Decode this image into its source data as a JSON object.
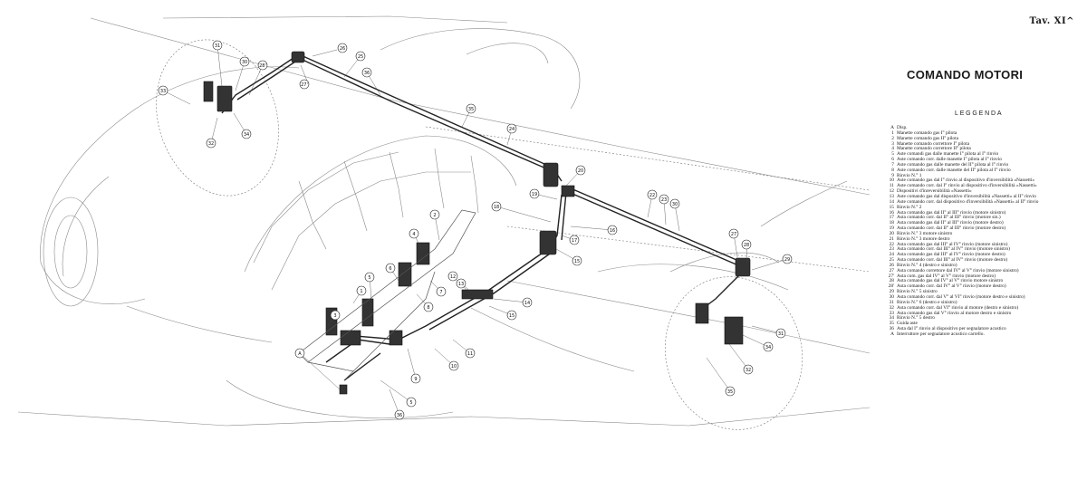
{
  "plate": {
    "number": "Tav. XI^",
    "title": "COMANDO MOTORI"
  },
  "legend": {
    "heading": "LEGGENDA",
    "items": [
      {
        "k": "A",
        "t": "Disp."
      },
      {
        "k": "1",
        "t": "Manette comando gas I° pilota"
      },
      {
        "k": "2",
        "t": "Manette comando gas II° pilota"
      },
      {
        "k": "3",
        "t": "Manette comando correttore I° pilota"
      },
      {
        "k": "4",
        "t": "Manette comando correttore II° pilota"
      },
      {
        "k": "5",
        "t": "Aste comandi gas dalle manette I° pilota al I° rinvio"
      },
      {
        "k": "6",
        "t": "Aste comando corr. dalle manette I° pilota al I° rinvio"
      },
      {
        "k": "7",
        "t": "Aste comando gas dalle manette del II° pilota al I° rinvio"
      },
      {
        "k": "8",
        "t": "Aste comando corr. dalle manette del II° pilota al I° rinvio"
      },
      {
        "k": "9",
        "t": "Rinvio N.° 1"
      },
      {
        "k": "10",
        "t": "Aste comando gas dal I° rinvio al dispositivo d'inversibilità «Nassetti»"
      },
      {
        "k": "11",
        "t": "Aste comando corr. dal I° rinvio al dispositivo d'inversibilità «Nassetti»"
      },
      {
        "k": "12",
        "t": "Dispositivi d'inreversibilità «Nassetti»"
      },
      {
        "k": "13",
        "t": "Aste comando gas dal dispositivo d'inversibilità «Nassetti» al II° rinvio"
      },
      {
        "k": "14",
        "t": "Aste comando corr. dal dispositivo d'inversibilità «Nassetti» al II° rinvio"
      },
      {
        "k": "15",
        "t": "Rinvio N.° 2"
      },
      {
        "k": "16",
        "t": "Asta comando gas dal II° al III° rinvio (motore sinistro)"
      },
      {
        "k": "17",
        "t": "Asta comando corr. dal II° al III° rinvio (motore sin.)"
      },
      {
        "k": "18",
        "t": "Asta comando gas dal II° al III° rinvio (motore destro)"
      },
      {
        "k": "19",
        "t": "Asta comando corr. dal II° al III° rinvio (motore destro)"
      },
      {
        "k": "20",
        "t": "Rinvio N.° 3 motore sinistro"
      },
      {
        "k": "21",
        "t": "Rinvio N.° 3 motore destro"
      },
      {
        "k": "22",
        "t": "Asta comando gas dal III° al IV° rinvio (motore sinistro)"
      },
      {
        "k": "23",
        "t": "Asta comando corr. dal III° al IV° rinvio (motore sinistro)"
      },
      {
        "k": "24",
        "t": "Asta comando gas dal III° al IV° rinvio (motore destro)"
      },
      {
        "k": "25",
        "t": "Asta comando corr. dal III° al IV° rinvio (motore destro)"
      },
      {
        "k": "26",
        "t": "Rinvio N.° 4 (destro e sinistro)"
      },
      {
        "k": "27",
        "t": "Asta comando correttore dal IV° al V° rinvio (motore sinistro)"
      },
      {
        "k": "27'",
        "t": "Asta com. gas dal IV° al V° rinvio (motore destro)"
      },
      {
        "k": "28",
        "t": "Asta comando gas dal IV° al V° rinvio motore sinistro"
      },
      {
        "k": "28'",
        "t": "Asta comando corr. dal IV° al V° rinvio (motore destro)"
      },
      {
        "k": "29",
        "t": "Rinvio N.° 5 sinistro"
      },
      {
        "k": "30",
        "t": "Asta comando corr. dal V° al VI° rinvio (motore destro e sinistro)"
      },
      {
        "k": "31",
        "t": "Rinvio N.° 6 (destro e sinistro)"
      },
      {
        "k": "32",
        "t": "Asta comando corr. dal VI° rinvio al motore (destro e sinistro)"
      },
      {
        "k": "33",
        "t": "Asta comando gas dal V° rinvio al motore destro e sinistro"
      },
      {
        "k": "34",
        "t": "Rinvio N.° 5 destro"
      },
      {
        "k": "35",
        "t": "Guida aste"
      },
      {
        "k": "36",
        "t": "Asta dal I° rinvio al dispositivo per segnalatore acustico"
      },
      {
        "k": "A",
        "t": "Interruttore per segnalatore acustico carrello."
      }
    ]
  },
  "callouts": [
    {
      "id": "c31a",
      "label": "31"
    },
    {
      "id": "c30a",
      "label": "30"
    },
    {
      "id": "c281a",
      "label": "28'"
    },
    {
      "id": "c33a",
      "label": "33"
    },
    {
      "id": "c32a",
      "label": "32"
    },
    {
      "id": "c34a",
      "label": "34"
    },
    {
      "id": "c26a",
      "label": "26"
    },
    {
      "id": "c25a",
      "label": "25"
    },
    {
      "id": "c36a",
      "label": "36"
    },
    {
      "id": "c27a",
      "label": "27'"
    },
    {
      "id": "c35a",
      "label": "35"
    },
    {
      "id": "c24",
      "label": "24"
    },
    {
      "id": "c20",
      "label": "20"
    },
    {
      "id": "c19",
      "label": "19"
    },
    {
      "id": "c18",
      "label": "18"
    },
    {
      "id": "c17",
      "label": "17"
    },
    {
      "id": "c16",
      "label": "16"
    },
    {
      "id": "c15",
      "label": "15"
    },
    {
      "id": "c22",
      "label": "22"
    },
    {
      "id": "c23",
      "label": "23"
    },
    {
      "id": "c30b",
      "label": "30"
    },
    {
      "id": "c27b",
      "label": "27"
    },
    {
      "id": "c28b",
      "label": "28"
    },
    {
      "id": "c29",
      "label": "29"
    },
    {
      "id": "c31b",
      "label": "31"
    },
    {
      "id": "c34b",
      "label": "34"
    },
    {
      "id": "c32b",
      "label": "32"
    },
    {
      "id": "c35b",
      "label": "35"
    },
    {
      "id": "c2",
      "label": "2"
    },
    {
      "id": "c4",
      "label": "4"
    },
    {
      "id": "c6",
      "label": "6"
    },
    {
      "id": "c5",
      "label": "5"
    },
    {
      "id": "c1",
      "label": "1"
    },
    {
      "id": "c7",
      "label": "7"
    },
    {
      "id": "c8",
      "label": "8"
    },
    {
      "id": "c3",
      "label": "3"
    },
    {
      "id": "c9",
      "label": "9"
    },
    {
      "id": "c10",
      "label": "10"
    },
    {
      "id": "c11",
      "label": "11"
    },
    {
      "id": "c12",
      "label": "12"
    },
    {
      "id": "c13",
      "label": "13"
    },
    {
      "id": "c14",
      "label": "14"
    },
    {
      "id": "c15b",
      "label": "15"
    },
    {
      "id": "cA",
      "label": "A"
    },
    {
      "id": "c5b",
      "label": "5"
    },
    {
      "id": "c36b",
      "label": "36"
    }
  ]
}
